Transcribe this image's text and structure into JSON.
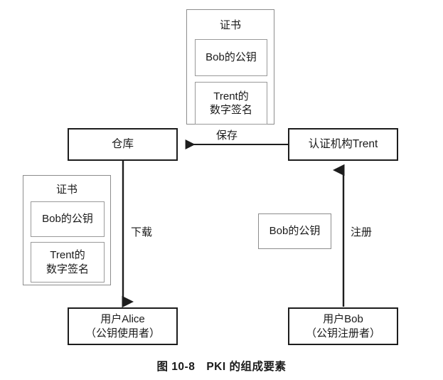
{
  "figure": {
    "caption": "图 10-8　PKI 的组成要素",
    "certificate_title": "证书",
    "public_key_label": "Bob的公钥",
    "signature_line1": "Trent的",
    "signature_line2": "数字签名"
  },
  "nodes": {
    "top_certificate": {
      "title": "证书",
      "public_key": "Bob的公钥",
      "signature_line1": "Trent的",
      "signature_line2": "数字签名"
    },
    "left_certificate": {
      "title": "证书",
      "public_key": "Bob的公钥",
      "signature_line1": "Trent的",
      "signature_line2": "数字签名"
    },
    "repository": "仓库",
    "authority": "认证机构Trent",
    "standalone_public_key": "Bob的公钥",
    "alice": {
      "line1": "用户Alice",
      "line2": "（公钥使用者）"
    },
    "bob": {
      "line1": "用户Bob",
      "line2": "（公钥注册者）"
    }
  },
  "edges": {
    "save": "保存",
    "download": "下载",
    "register": "注册"
  },
  "colors": {
    "stroke_dark": "#1d1d1d",
    "stroke_light": "#8d8d8d",
    "background": "#ffffff",
    "text": "#1a1a1a"
  }
}
